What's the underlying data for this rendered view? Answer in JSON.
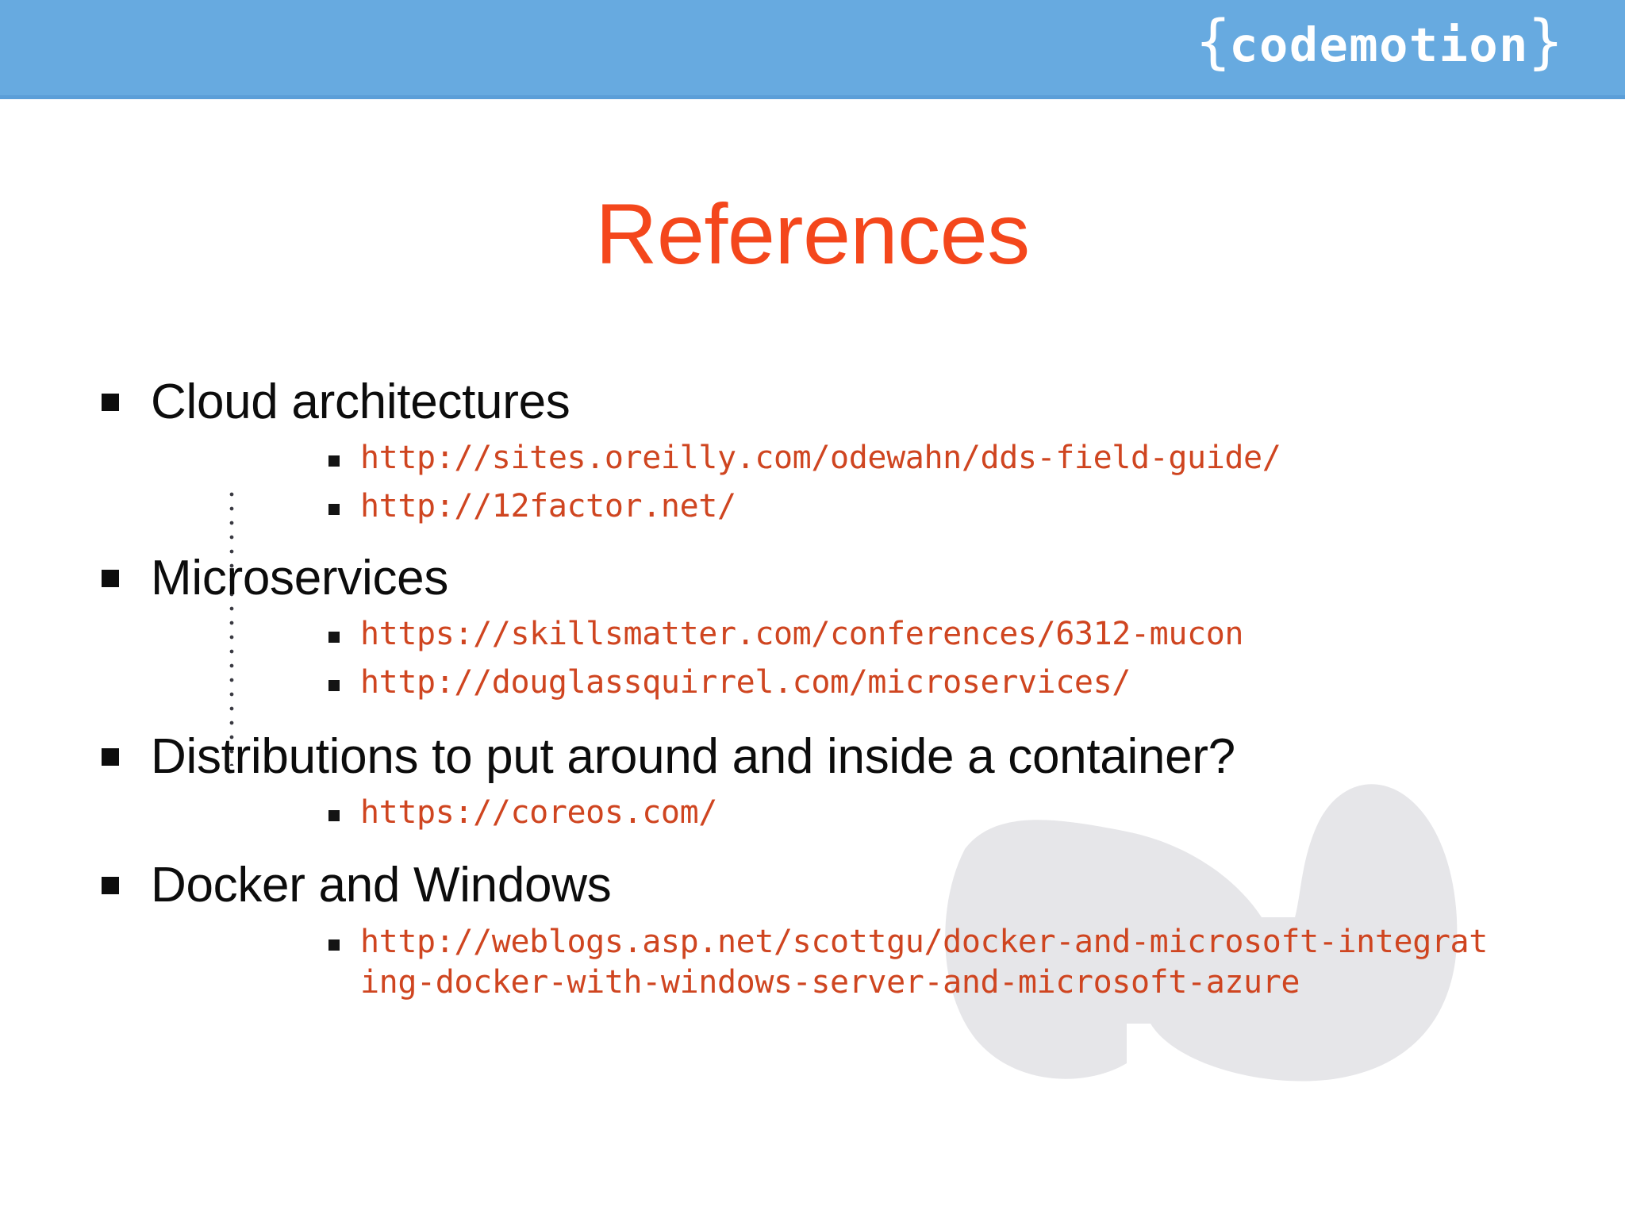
{
  "header": {
    "background_color": "#67aae0",
    "logo": {
      "name": "codemotion-logo",
      "brace_open": "{",
      "word": "codemotion",
      "brace_close": "}"
    }
  },
  "title": {
    "text": "References",
    "color": "#f4471c"
  },
  "body_text_color": "#0c0c0c",
  "link_color": "#cf4520",
  "watermark": {
    "name": "faded-blob-watermark",
    "color": "#e6e6e9"
  },
  "sections": [
    {
      "heading": "Cloud architectures",
      "links": [
        "http://sites.oreilly.com/odewahn/dds-field-guide/",
        "http://12factor.net/"
      ]
    },
    {
      "heading": "Microservices",
      "links": [
        "https://skillsmatter.com/conferences/6312-mucon",
        "http://douglassquirrel.com/microservices/"
      ]
    },
    {
      "heading": "Distributions to put around and inside a container?",
      "links": [
        "https://coreos.com/"
      ]
    },
    {
      "heading": "Docker and Windows",
      "links": [
        "http://weblogs.asp.net/scottgu/docker-and-microsoft-integrating-docker-with-windows-server-and-microsoft-azure"
      ]
    }
  ]
}
